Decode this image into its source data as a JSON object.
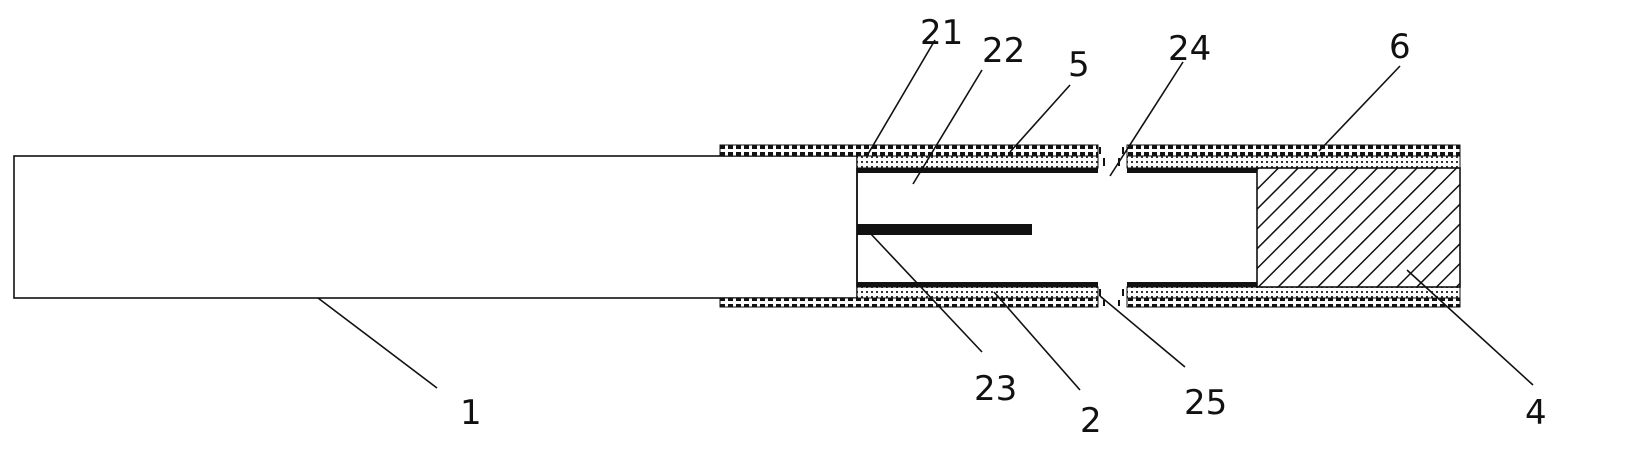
{
  "diagram": {
    "labels": {
      "l1": "1",
      "l2": "2",
      "l4": "4",
      "l5": "5",
      "l6": "6",
      "l21": "21",
      "l22": "22",
      "l23": "23",
      "l24": "24",
      "l25": "25"
    },
    "colors": {
      "line": "#111111",
      "fill": "#ffffff",
      "hatch": "#111111"
    }
  }
}
